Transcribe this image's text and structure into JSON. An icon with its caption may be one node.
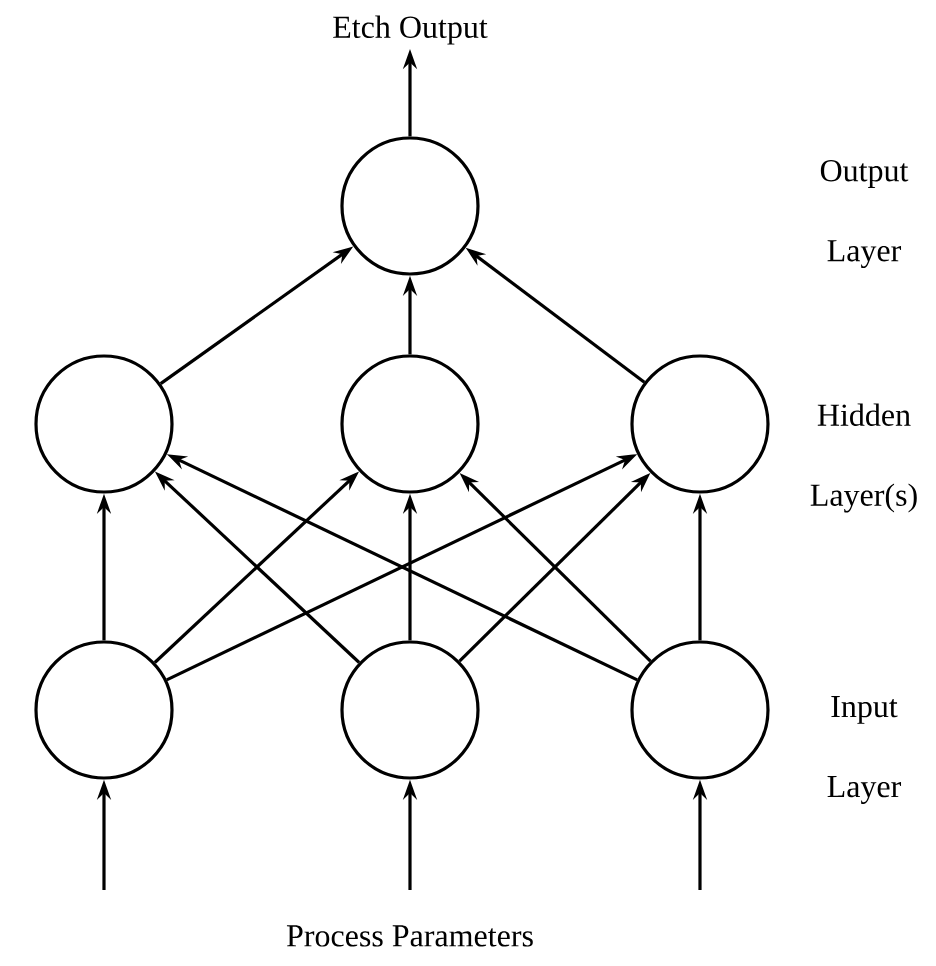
{
  "diagram": {
    "nodes": [
      {
        "text": [
          "Etch Output"
        ]
      },
      {
        "text": [],
        "shape": "circle"
      },
      {
        "text": [],
        "shape": "circle"
      },
      {
        "text": [],
        "shape": "circle"
      },
      {
        "text": [],
        "shape": "circle"
      },
      {
        "text": [],
        "shape": "circle"
      },
      {
        "text": [],
        "shape": "circle"
      },
      {
        "text": [],
        "shape": "circle"
      }
    ],
    "edges": [
      {
        "from": 1,
        "to": 0,
        "arrow": "to"
      },
      {
        "from": 2,
        "to": 1,
        "arrow": "to"
      },
      {
        "from": 3,
        "to": 1,
        "arrow": "to"
      },
      {
        "from": 4,
        "to": 1,
        "arrow": "to"
      },
      {
        "from": 5,
        "to": 2,
        "arrow": "to"
      },
      {
        "from": 5,
        "to": 3,
        "arrow": "to"
      },
      {
        "from": 5,
        "to": 4,
        "arrow": "to"
      },
      {
        "from": 6,
        "to": 2,
        "arrow": "to"
      },
      {
        "from": 6,
        "to": 3,
        "arrow": "to"
      },
      {
        "from": 6,
        "to": 4,
        "arrow": "to"
      },
      {
        "from": 7,
        "to": 2,
        "arrow": "to"
      },
      {
        "from": 7,
        "to": 3,
        "arrow": "to"
      },
      {
        "from": 7,
        "to": 4,
        "arrow": "to"
      },
      {
        "from": null,
        "to": 5,
        "arrow": "to"
      },
      {
        "from": null,
        "to": 6,
        "arrow": "to"
      },
      {
        "from": null,
        "to": 7,
        "arrow": "to"
      }
    ],
    "labels": [
      "Output Layer",
      "Hidden Layer(s)",
      "Input Layer",
      "Process Parameters"
    ]
  }
}
